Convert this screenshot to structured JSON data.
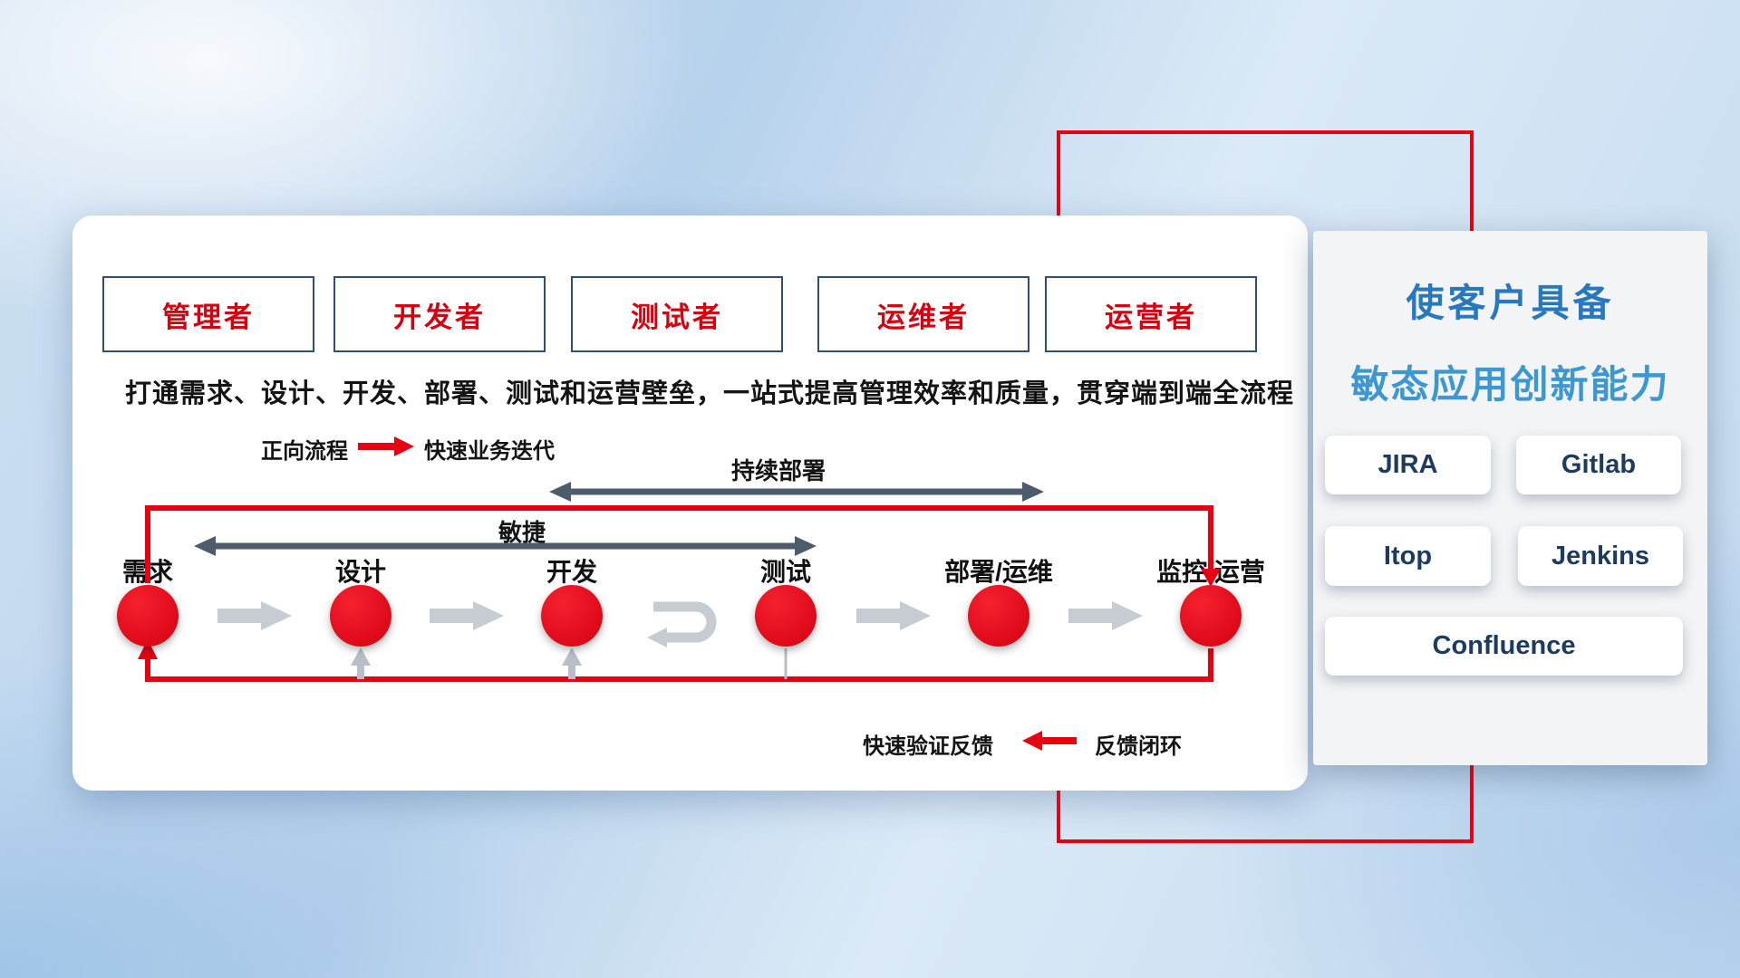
{
  "colors": {
    "red": "#e60012",
    "dark_arrow": "#4e5b6b",
    "gray_arrow": "#c7ccd2",
    "role_text": "#d7000f",
    "navy_border": "#2e4d7d",
    "title_blue_dark": "#2878bf",
    "title_blue_light": "#3c97d3",
    "tool_text": "#1d3a5f"
  },
  "main_panel": {
    "roles": [
      {
        "label": "管理者"
      },
      {
        "label": "开发者"
      },
      {
        "label": "测试者"
      },
      {
        "label": "运维者"
      },
      {
        "label": "运营者"
      }
    ],
    "description": "打通需求、设计、开发、部署、测试和运营壁垒，一站式提高管理效率和质量，贯穿端到端全流程",
    "forward_legend": {
      "label": "正向流程",
      "value": "快速业务迭代"
    },
    "deploy_span_label": "持续部署",
    "agile_span_label": "敏捷",
    "stages": [
      {
        "label": "需求"
      },
      {
        "label": "设计"
      },
      {
        "label": "开发"
      },
      {
        "label": "测试"
      },
      {
        "label": "部署/运维"
      },
      {
        "label": "监控/运营"
      }
    ],
    "feedback_legend": {
      "label": "快速验证反馈",
      "value": "反馈闭环"
    }
  },
  "capability_panel": {
    "title_line1": "使客户具备",
    "title_line2": "敏态应用创新能力",
    "tools": [
      {
        "label": "JIRA"
      },
      {
        "label": "Gitlab"
      },
      {
        "label": "Itop"
      },
      {
        "label": "Jenkins"
      },
      {
        "label": "Confluence"
      }
    ]
  }
}
